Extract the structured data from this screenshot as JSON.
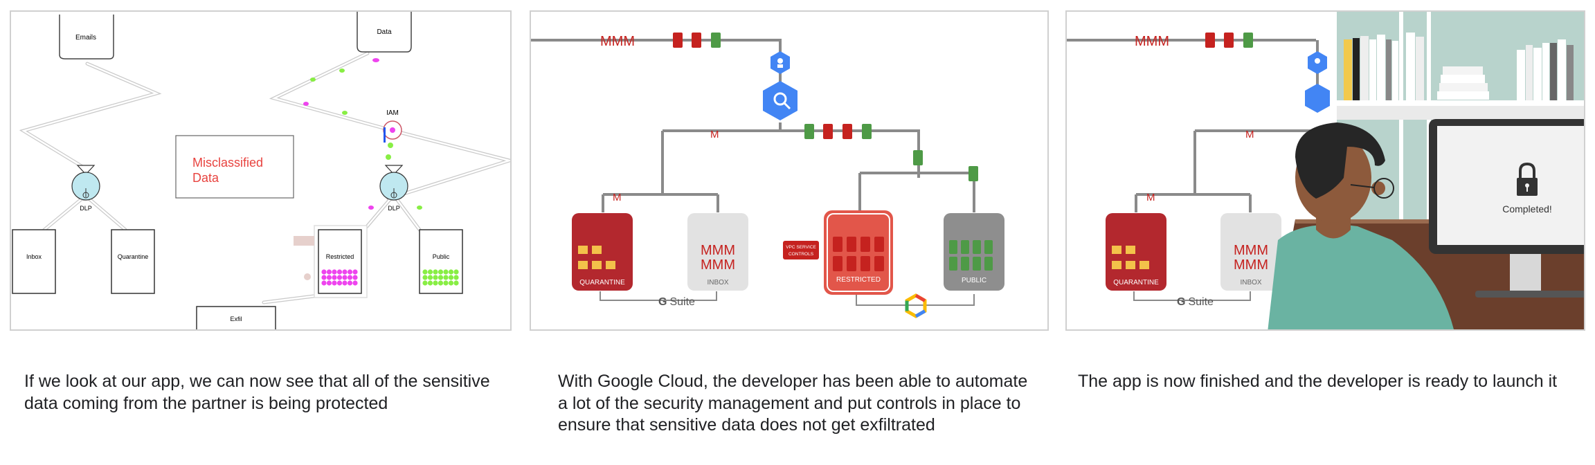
{
  "panel1": {
    "labels": {
      "emails": "Emails",
      "data": "Data",
      "iam": "IAM",
      "dlp_left": "DLP",
      "dlp_right": "DLP",
      "inbox": "Inbox",
      "quarantine": "Quarantine",
      "restricted": "Restricted",
      "public": "Public",
      "exfil": "Exfil",
      "misclassified_line1": "Misclassified",
      "misclassified_line2": "Data"
    },
    "colors": {
      "magenta": "#ee44ee",
      "green": "#88ee44",
      "red": "#e8433f"
    }
  },
  "panel2": {
    "labels": {
      "quarantine": "QUARANTINE",
      "inbox": "INBOX",
      "restricted": "RESTRICTED",
      "public": "PUBLIC",
      "vpc_line1": "VPC SERVICE",
      "vpc_line2": "CONTROLS",
      "gsuite_g": "G",
      "gsuite": "Suite",
      "mail_glyphs": "MMM"
    },
    "colors": {
      "red": "#b3282e",
      "restricted": "#e2564a",
      "grey": "#8e8e8e",
      "green": "#4e9a46",
      "blue": "#4285f4"
    }
  },
  "panel3": {
    "labels": {
      "quarantine": "QUARANTINE",
      "inbox": "INBOX",
      "gsuite_g": "G",
      "gsuite": "Suite",
      "completed": "Completed!",
      "mail_glyphs": "MMM"
    },
    "colors": {
      "wall": "#b8d3cc",
      "skin": "#8d5a3c",
      "shirt": "#6ab3a2",
      "desk": "#6b3f2c"
    }
  },
  "captions": {
    "panel1": "If we look at our app, we can now see that all of the sensitive data coming from the partner is being protected",
    "panel2": "With Google Cloud, the developer has been able to automate a lot of the security management and put controls in place to ensure that sensitive data does not get exfiltrated",
    "panel3": "The app is now finished and the developer is ready to launch it"
  }
}
